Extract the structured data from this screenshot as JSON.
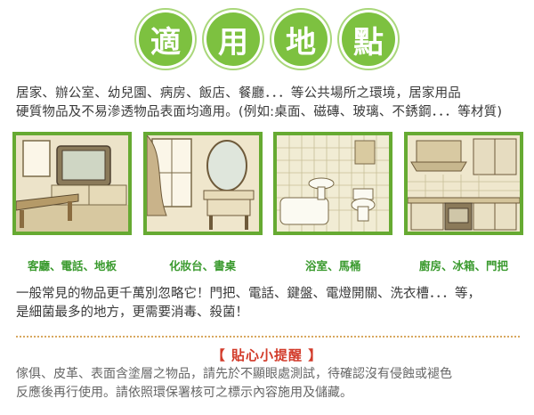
{
  "title": {
    "chars": [
      "適",
      "用",
      "地",
      "點"
    ]
  },
  "intro": {
    "line1": "居家、辦公室、幼兒園、病房、飯店、餐廳．．．等公共場所之環境，居家用品",
    "line2": "硬質物品及不易滲透物品表面均適用。(例如:桌面、磁磚、玻璃、不銹鋼．．．等材質)"
  },
  "panels": [
    {
      "caption": "客廳、電話、地板",
      "scene": "living-room"
    },
    {
      "caption": "化妝台、書桌",
      "scene": "dresser"
    },
    {
      "caption": "浴室、馬桶",
      "scene": "bathroom"
    },
    {
      "caption": "廚房、冰箱、門把",
      "scene": "kitchen"
    }
  ],
  "body": {
    "line1": "一般常見的物品更千萬別忽略它！門把、電話、鍵盤、電燈開關、洗衣槽．．．等，",
    "line2": "是細菌最多的地方，更需要消毒、殺菌！"
  },
  "tip": {
    "title": "【 貼心小提醒 】",
    "line1": "傢俱、皮革、表面含塗層之物品，請先於不顯眼處測試，待確認沒有侵蝕或褪色",
    "line2": "反應後再行使用。請依照環保署核可之標示內容施用及儲藏。"
  },
  "colors": {
    "accent_green": "#7dc140",
    "frame_green": "#66aa32",
    "caption_green": "#3a9a2e",
    "tip_red": "#d23b2a",
    "divider": "#d8a860"
  }
}
